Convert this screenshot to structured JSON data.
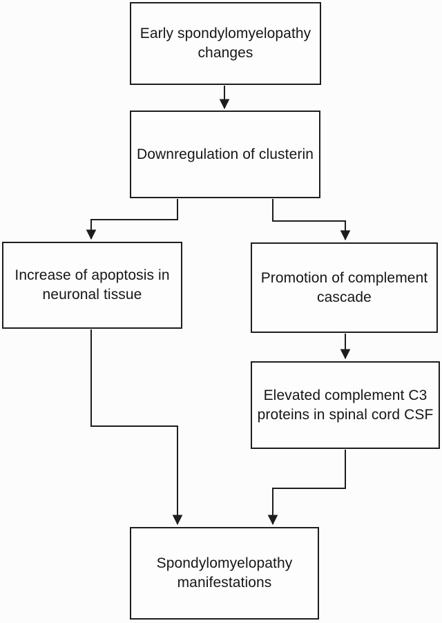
{
  "theme": {
    "canvas-bg": "#fcfcfc",
    "box-bg": "#fdfdfd",
    "line": "#1d1d1d",
    "text": "#161616"
  },
  "flowchart": {
    "nodes": {
      "early": {
        "label": "Early spondylomyelopathy changes"
      },
      "downregulation": {
        "label": "Downregulation of clusterin"
      },
      "apoptosis": {
        "label": "Increase of apoptosis in neuronal tissue"
      },
      "promotion": {
        "label": "Promotion of complement cascade"
      },
      "elevated": {
        "label": "Elevated complement C3 proteins in spinal cord CSF"
      },
      "manifestations": {
        "label": "Spondylomyelopathy manifestations"
      }
    },
    "edges": [
      {
        "from": "early",
        "to": "downregulation"
      },
      {
        "from": "downregulation",
        "to": "apoptosis"
      },
      {
        "from": "downregulation",
        "to": "promotion"
      },
      {
        "from": "promotion",
        "to": "elevated"
      },
      {
        "from": "apoptosis",
        "to": "manifestations"
      },
      {
        "from": "elevated",
        "to": "manifestations"
      }
    ]
  }
}
